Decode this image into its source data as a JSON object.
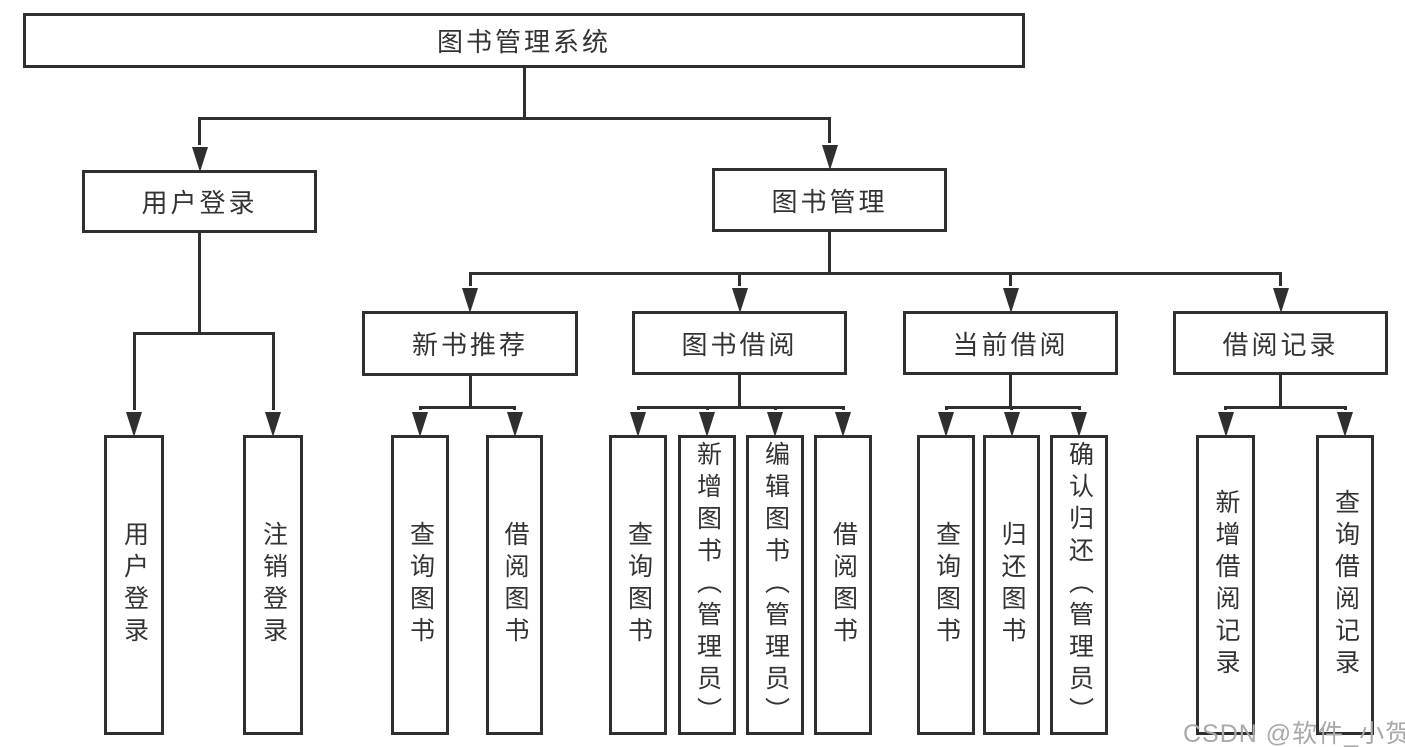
{
  "colors": {
    "line": "#2f2f2f",
    "text": "#333333",
    "background": "#ffffff",
    "watermark": "#a9a9a9"
  },
  "watermark": {
    "text": "CSDN @软件_小贺同学"
  },
  "nodes": [
    {
      "id": "system",
      "label": "图书管理系统",
      "parent": null
    },
    {
      "id": "user-login-group",
      "label": "用户登录",
      "parent": "system"
    },
    {
      "id": "book-mgmt",
      "label": "图书管理",
      "parent": "system"
    },
    {
      "id": "new-book-rec",
      "label": "新书推荐",
      "parent": "book-mgmt"
    },
    {
      "id": "book-borrow",
      "label": "图书借阅",
      "parent": "book-mgmt"
    },
    {
      "id": "current-borrow",
      "label": "当前借阅",
      "parent": "book-mgmt"
    },
    {
      "id": "borrow-record",
      "label": "借阅记录",
      "parent": "book-mgmt"
    },
    {
      "id": "login",
      "label": "用户登录",
      "parent": "user-login-group"
    },
    {
      "id": "logout",
      "label": "注销登录",
      "parent": "user-login-group"
    },
    {
      "id": "query-books-1",
      "label": "查询图书",
      "parent": "new-book-rec"
    },
    {
      "id": "borrow-books-1",
      "label": "借阅图书",
      "parent": "new-book-rec"
    },
    {
      "id": "query-books-2",
      "label": "查询图书",
      "parent": "book-borrow"
    },
    {
      "id": "add-books",
      "label": "新增图书（管理员）",
      "parent": "book-borrow"
    },
    {
      "id": "edit-books",
      "label": "编辑图书（管理员）",
      "parent": "book-borrow"
    },
    {
      "id": "borrow-books-2",
      "label": "借阅图书",
      "parent": "book-borrow"
    },
    {
      "id": "query-books-3",
      "label": "查询图书",
      "parent": "current-borrow"
    },
    {
      "id": "return-books",
      "label": "归还图书",
      "parent": "current-borrow"
    },
    {
      "id": "confirm-return",
      "label": "确认归还（管理员）",
      "parent": "current-borrow"
    },
    {
      "id": "add-borrow-record",
      "label": "新增借阅记录",
      "parent": "borrow-record"
    },
    {
      "id": "query-borrow-record",
      "label": "查询借阅记录",
      "parent": "borrow-record"
    }
  ]
}
